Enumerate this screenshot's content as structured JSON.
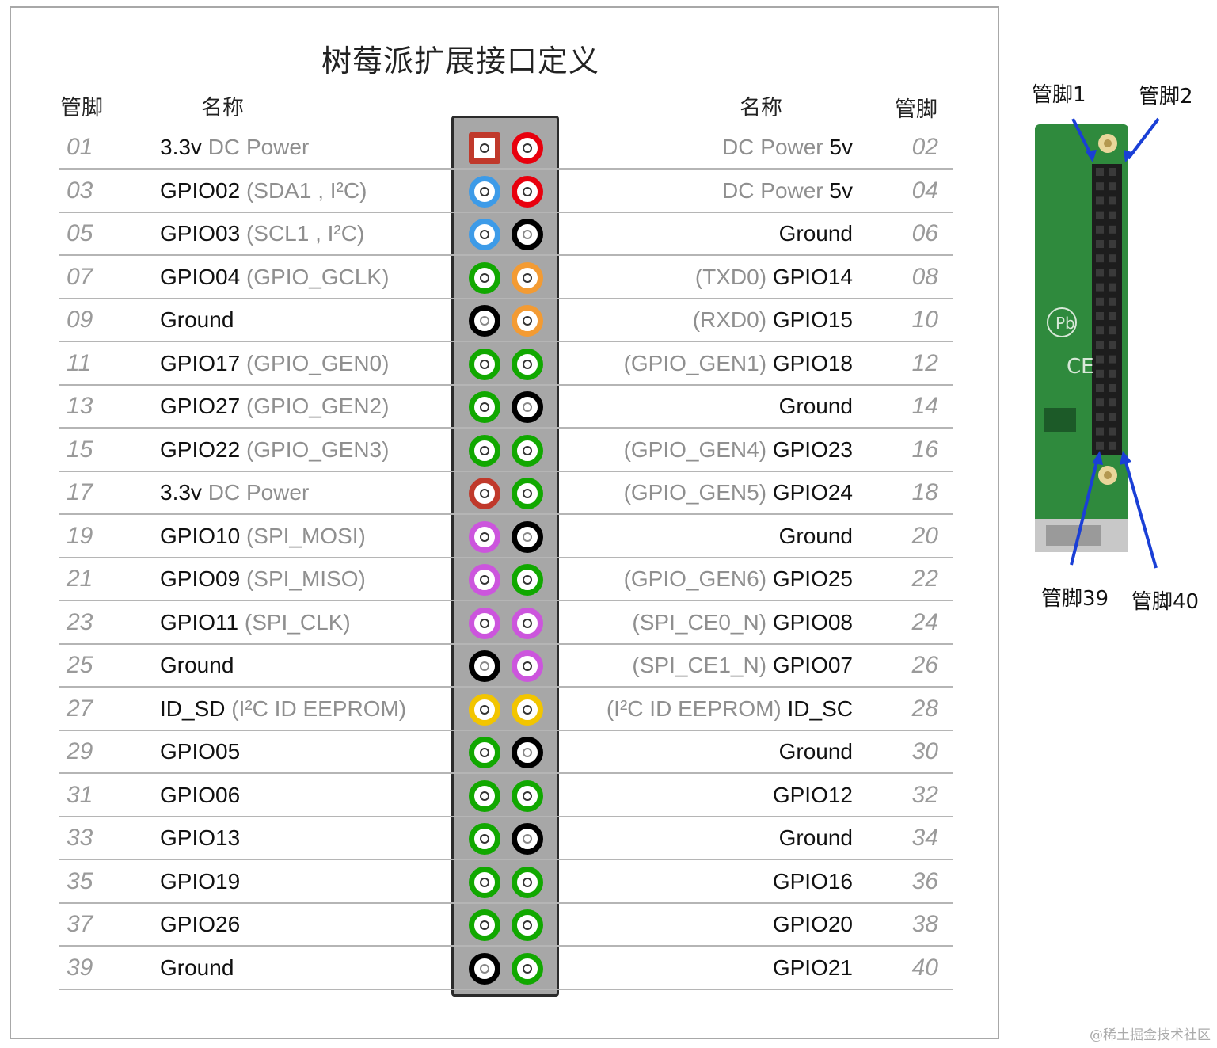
{
  "title": "树莓派扩展接口定义",
  "headers": {
    "pin_left": "管脚",
    "name_left": "名称",
    "name_right": "名称",
    "pin_right": "管脚"
  },
  "colors": {
    "power33": "#c0392b",
    "power5": "#e8000d",
    "i2c": "#3d9be8",
    "ground": "#000000",
    "gpio": "#11a800",
    "uart": "#f39b33",
    "spi": "#cc55dd",
    "eeprom": "#f2c500"
  },
  "rows": [
    {
      "l_pin": "01",
      "l_main": "3.3v",
      "l_sub": " DC Power",
      "l_sub_first": true,
      "l_color": "power33",
      "l_shape": "square",
      "r_pin": "02",
      "r_main": "5v",
      "r_sub": "DC Power ",
      "r_color": "power5"
    },
    {
      "l_pin": "03",
      "l_main": "GPIO02",
      "l_sub": " (SDA1 , I²C)",
      "l_color": "i2c",
      "r_pin": "04",
      "r_main": "5v",
      "r_sub": "DC Power ",
      "r_color": "power5"
    },
    {
      "l_pin": "05",
      "l_main": "GPIO03",
      "l_sub": " (SCL1 , I²C)",
      "l_color": "i2c",
      "r_pin": "06",
      "r_main": "Ground",
      "r_sub": "",
      "r_color": "ground"
    },
    {
      "l_pin": "07",
      "l_main": "GPIO04",
      "l_sub": " (GPIO_GCLK)",
      "l_color": "gpio",
      "r_pin": "08",
      "r_main": "GPIO14",
      "r_sub": "(TXD0) ",
      "r_color": "uart"
    },
    {
      "l_pin": "09",
      "l_main": "Ground",
      "l_sub": "",
      "l_color": "ground",
      "r_pin": "10",
      "r_main": "GPIO15",
      "r_sub": "(RXD0) ",
      "r_color": "uart"
    },
    {
      "l_pin": "11",
      "l_main": "GPIO17",
      "l_sub": " (GPIO_GEN0)",
      "l_color": "gpio",
      "r_pin": "12",
      "r_main": "GPIO18",
      "r_sub": "(GPIO_GEN1) ",
      "r_color": "gpio"
    },
    {
      "l_pin": "13",
      "l_main": "GPIO27",
      "l_sub": " (GPIO_GEN2)",
      "l_color": "gpio",
      "r_pin": "14",
      "r_main": "Ground",
      "r_sub": "",
      "r_color": "ground"
    },
    {
      "l_pin": "15",
      "l_main": "GPIO22",
      "l_sub": " (GPIO_GEN3)",
      "l_color": "gpio",
      "r_pin": "16",
      "r_main": "GPIO23",
      "r_sub": "(GPIO_GEN4) ",
      "r_color": "gpio"
    },
    {
      "l_pin": "17",
      "l_main": "3.3v",
      "l_sub": " DC Power",
      "l_color": "power33",
      "r_pin": "18",
      "r_main": "GPIO24",
      "r_sub": "(GPIO_GEN5) ",
      "r_color": "gpio"
    },
    {
      "l_pin": "19",
      "l_main": "GPIO10",
      "l_sub": " (SPI_MOSI)",
      "l_color": "spi",
      "r_pin": "20",
      "r_main": "Ground",
      "r_sub": "",
      "r_color": "ground"
    },
    {
      "l_pin": "21",
      "l_main": "GPIO09",
      "l_sub": " (SPI_MISO)",
      "l_color": "spi",
      "r_pin": "22",
      "r_main": "GPIO25",
      "r_sub": "(GPIO_GEN6) ",
      "r_color": "gpio"
    },
    {
      "l_pin": "23",
      "l_main": "GPIO11",
      "l_sub": " (SPI_CLK)",
      "l_color": "spi",
      "r_pin": "24",
      "r_main": "GPIO08",
      "r_sub": "(SPI_CE0_N) ",
      "r_color": "spi"
    },
    {
      "l_pin": "25",
      "l_main": "Ground",
      "l_sub": "",
      "l_color": "ground",
      "r_pin": "26",
      "r_main": "GPIO07",
      "r_sub": "(SPI_CE1_N) ",
      "r_color": "spi"
    },
    {
      "l_pin": "27",
      "l_main": "ID_SD",
      "l_sub": " (I²C ID EEPROM)",
      "l_color": "eeprom",
      "r_pin": "28",
      "r_main": "ID_SC",
      "r_sub": "(I²C ID EEPROM) ",
      "r_color": "eeprom"
    },
    {
      "l_pin": "29",
      "l_main": "GPIO05",
      "l_sub": "",
      "l_color": "gpio",
      "r_pin": "30",
      "r_main": "Ground",
      "r_sub": "",
      "r_color": "ground"
    },
    {
      "l_pin": "31",
      "l_main": "GPIO06",
      "l_sub": "",
      "l_color": "gpio",
      "r_pin": "32",
      "r_main": "GPIO12",
      "r_sub": "",
      "r_color": "gpio"
    },
    {
      "l_pin": "33",
      "l_main": "GPIO13",
      "l_sub": "",
      "l_color": "gpio",
      "r_pin": "34",
      "r_main": "Ground",
      "r_sub": "",
      "r_color": "ground"
    },
    {
      "l_pin": "35",
      "l_main": "GPIO19",
      "l_sub": "",
      "l_color": "gpio",
      "r_pin": "36",
      "r_main": "GPIO16",
      "r_sub": "",
      "r_color": "gpio"
    },
    {
      "l_pin": "37",
      "l_main": "GPIO26",
      "l_sub": "",
      "l_color": "gpio",
      "r_pin": "38",
      "r_main": "GPIO20",
      "r_sub": "",
      "r_color": "gpio"
    },
    {
      "l_pin": "39",
      "l_main": "Ground",
      "l_sub": "",
      "l_color": "ground",
      "r_pin": "40",
      "r_main": "GPIO21",
      "r_sub": "",
      "r_color": "gpio"
    }
  ],
  "board": {
    "label_pin1": "管脚1",
    "label_pin2": "管脚2",
    "label_pin39": "管脚39",
    "label_pin40": "管脚40",
    "board_color": "#2f8a3d",
    "arrow_color": "#1a3fd6"
  },
  "watermark": "@稀土掘金技术社区"
}
